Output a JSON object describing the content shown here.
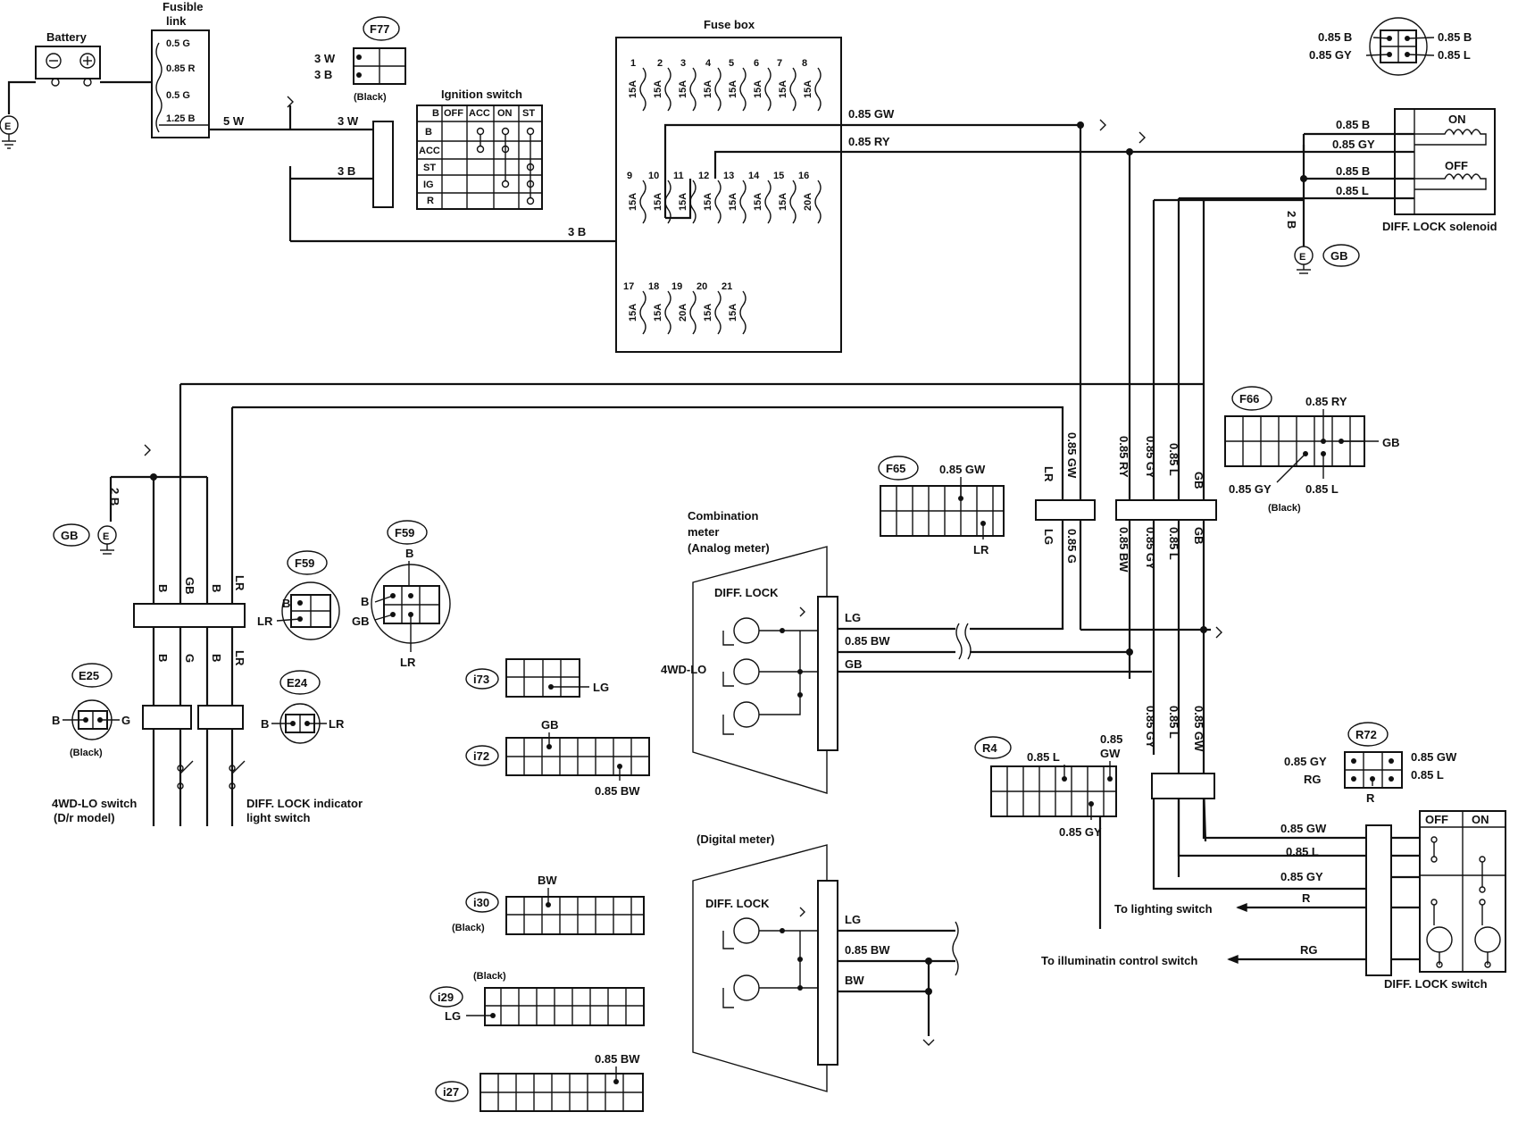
{
  "battery": {
    "label": "Battery",
    "neg": "⊖",
    "pos": "⊕"
  },
  "fusible_link": {
    "label": [
      "Fusible",
      "link"
    ],
    "ratings": [
      "0.5 G",
      "0.85 R",
      "0.5 G",
      "1.25 B"
    ]
  },
  "ground_symbol": "E",
  "ignition_switch": {
    "label": "Ignition switch",
    "columns": [
      "B",
      "OFF",
      "ACC",
      "ON",
      "ST"
    ],
    "rows": [
      "B",
      "ACC",
      "ST",
      "IG",
      "R"
    ]
  },
  "f77": {
    "id": "F77",
    "color": "(Black)",
    "pins": [
      "3 W",
      "3 B"
    ]
  },
  "fuse_box": {
    "label": "Fuse box",
    "row1": [
      {
        "n": "1",
        "a": "15A"
      },
      {
        "n": "2",
        "a": "15A"
      },
      {
        "n": "3",
        "a": "15A"
      },
      {
        "n": "4",
        "a": "15A"
      },
      {
        "n": "5",
        "a": "15A"
      },
      {
        "n": "6",
        "a": "15A"
      },
      {
        "n": "7",
        "a": "15A"
      },
      {
        "n": "8",
        "a": "15A"
      }
    ],
    "row2": [
      {
        "n": "9",
        "a": "15A"
      },
      {
        "n": "10",
        "a": "15A"
      },
      {
        "n": "11",
        "a": "15A"
      },
      {
        "n": "12",
        "a": "15A"
      },
      {
        "n": "13",
        "a": "15A"
      },
      {
        "n": "14",
        "a": "15A"
      },
      {
        "n": "15",
        "a": "15A"
      },
      {
        "n": "16",
        "a": "20A"
      }
    ],
    "row3": [
      {
        "n": "17",
        "a": "15A"
      },
      {
        "n": "18",
        "a": "15A"
      },
      {
        "n": "19",
        "a": "20A"
      },
      {
        "n": "20",
        "a": "15A"
      },
      {
        "n": "21",
        "a": "15A"
      }
    ]
  },
  "wires": {
    "w5": "5 W",
    "w3": "3 W",
    "b3": "3 B",
    "b3b": "3 B",
    "b3c": "3 B",
    "gw": "0.85 GW",
    "ry": "0.85 RY",
    "sol_b": "0.85 B",
    "sol_gy": "0.85 GY",
    "sol_b2": "0.85 B",
    "sol_l": "0.85 L",
    "sol_gnd": "2 B",
    "v_lr": "LR",
    "v_gw": "0.85 GW",
    "v_ry": "0.85 RY",
    "v_gy": "0.85 GY",
    "v_l": "0.85 L",
    "v_gb": "GB",
    "v_lg": "LG",
    "v_g": "0.85 G",
    "v_bw": "0.85 BW",
    "v_gy2": "0.85 GY",
    "v_l2": "0.85 L",
    "v_gb2": "GB",
    "left_gnd": "2 B",
    "l_b": "B",
    "l_gb": "GB",
    "l_b2": "B",
    "l_lr": "LR",
    "l_b3": "B",
    "l_g": "G",
    "l_b4": "B",
    "l_lr2": "LR",
    "m_lg": "LG",
    "m_bw": "0.85 BW",
    "m_gb": "GB",
    "d_lg": "LG",
    "d_bw": "0.85 BW",
    "d_bw2": "BW",
    "r_gy": "0.85 GY",
    "r_l": "0.85 L",
    "r_gw": "0.85 GW",
    "s_gw": "0.85 GW",
    "s_l": "0.85 L",
    "s_gy": "0.85 GY",
    "s_r": "R",
    "s_rg": "RG"
  },
  "top_conn": {
    "pins": [
      "0.85 B",
      "0.85 GY",
      "0.85 B",
      "0.85 L"
    ]
  },
  "solenoid": {
    "label": "DIFF. LOCK solenoid",
    "on": "ON",
    "off": "OFF",
    "gnd_id": "GB"
  },
  "left_gnd_id": "GB",
  "f59a": {
    "id": "F59",
    "pins": [
      "B",
      "LR"
    ]
  },
  "f59b": {
    "id": "F59",
    "pins": [
      "B",
      "B",
      "GB",
      "LR"
    ]
  },
  "e25": {
    "id": "E25",
    "pins": [
      "B",
      "G"
    ],
    "color": "(Black)"
  },
  "e24": {
    "id": "E24",
    "pins": [
      "B",
      "LR"
    ]
  },
  "switch_4wd": {
    "label": [
      "4WD-LO switch",
      "(D/r model)"
    ]
  },
  "switch_diff_ind": {
    "label": [
      "DIFF. LOCK indicator",
      "light switch"
    ]
  },
  "i73": {
    "id": "i73",
    "pin": "LG"
  },
  "i72": {
    "id": "i72",
    "pins": [
      "GB",
      "0.85 BW"
    ]
  },
  "i30": {
    "id": "i30",
    "pin": "BW",
    "color": "(Black)"
  },
  "i29": {
    "id": "i29",
    "pin": "LG",
    "color": "(Black)"
  },
  "i27": {
    "id": "i27",
    "pin": "0.85 BW"
  },
  "combo_meter": {
    "label": [
      "Combination",
      "meter",
      "(Analog meter)"
    ],
    "diff": "DIFF. LOCK",
    "fourwd": "4WD-LO"
  },
  "digital_meter": {
    "label": "(Digital meter)",
    "diff": "DIFF. LOCK"
  },
  "f65": {
    "id": "F65",
    "pins": [
      "0.85 GW",
      "LR"
    ]
  },
  "f66": {
    "id": "F66",
    "pins": [
      "0.85 RY",
      "GB",
      "0.85 GY",
      "0.85 L"
    ],
    "color": "(Black)"
  },
  "r4": {
    "id": "R4",
    "pins": [
      "0.85 L",
      "0.85",
      "GW",
      "0.85 GY"
    ]
  },
  "r72": {
    "id": "R72",
    "pins": [
      "0.85 GY",
      "RG",
      "0.85 GW",
      "0.85 L",
      "R"
    ]
  },
  "diff_switch": {
    "label": "DIFF. LOCK switch",
    "off": "OFF",
    "on": "ON"
  },
  "to_lighting": "To lighting switch",
  "to_illum": "To illuminatin control switch"
}
